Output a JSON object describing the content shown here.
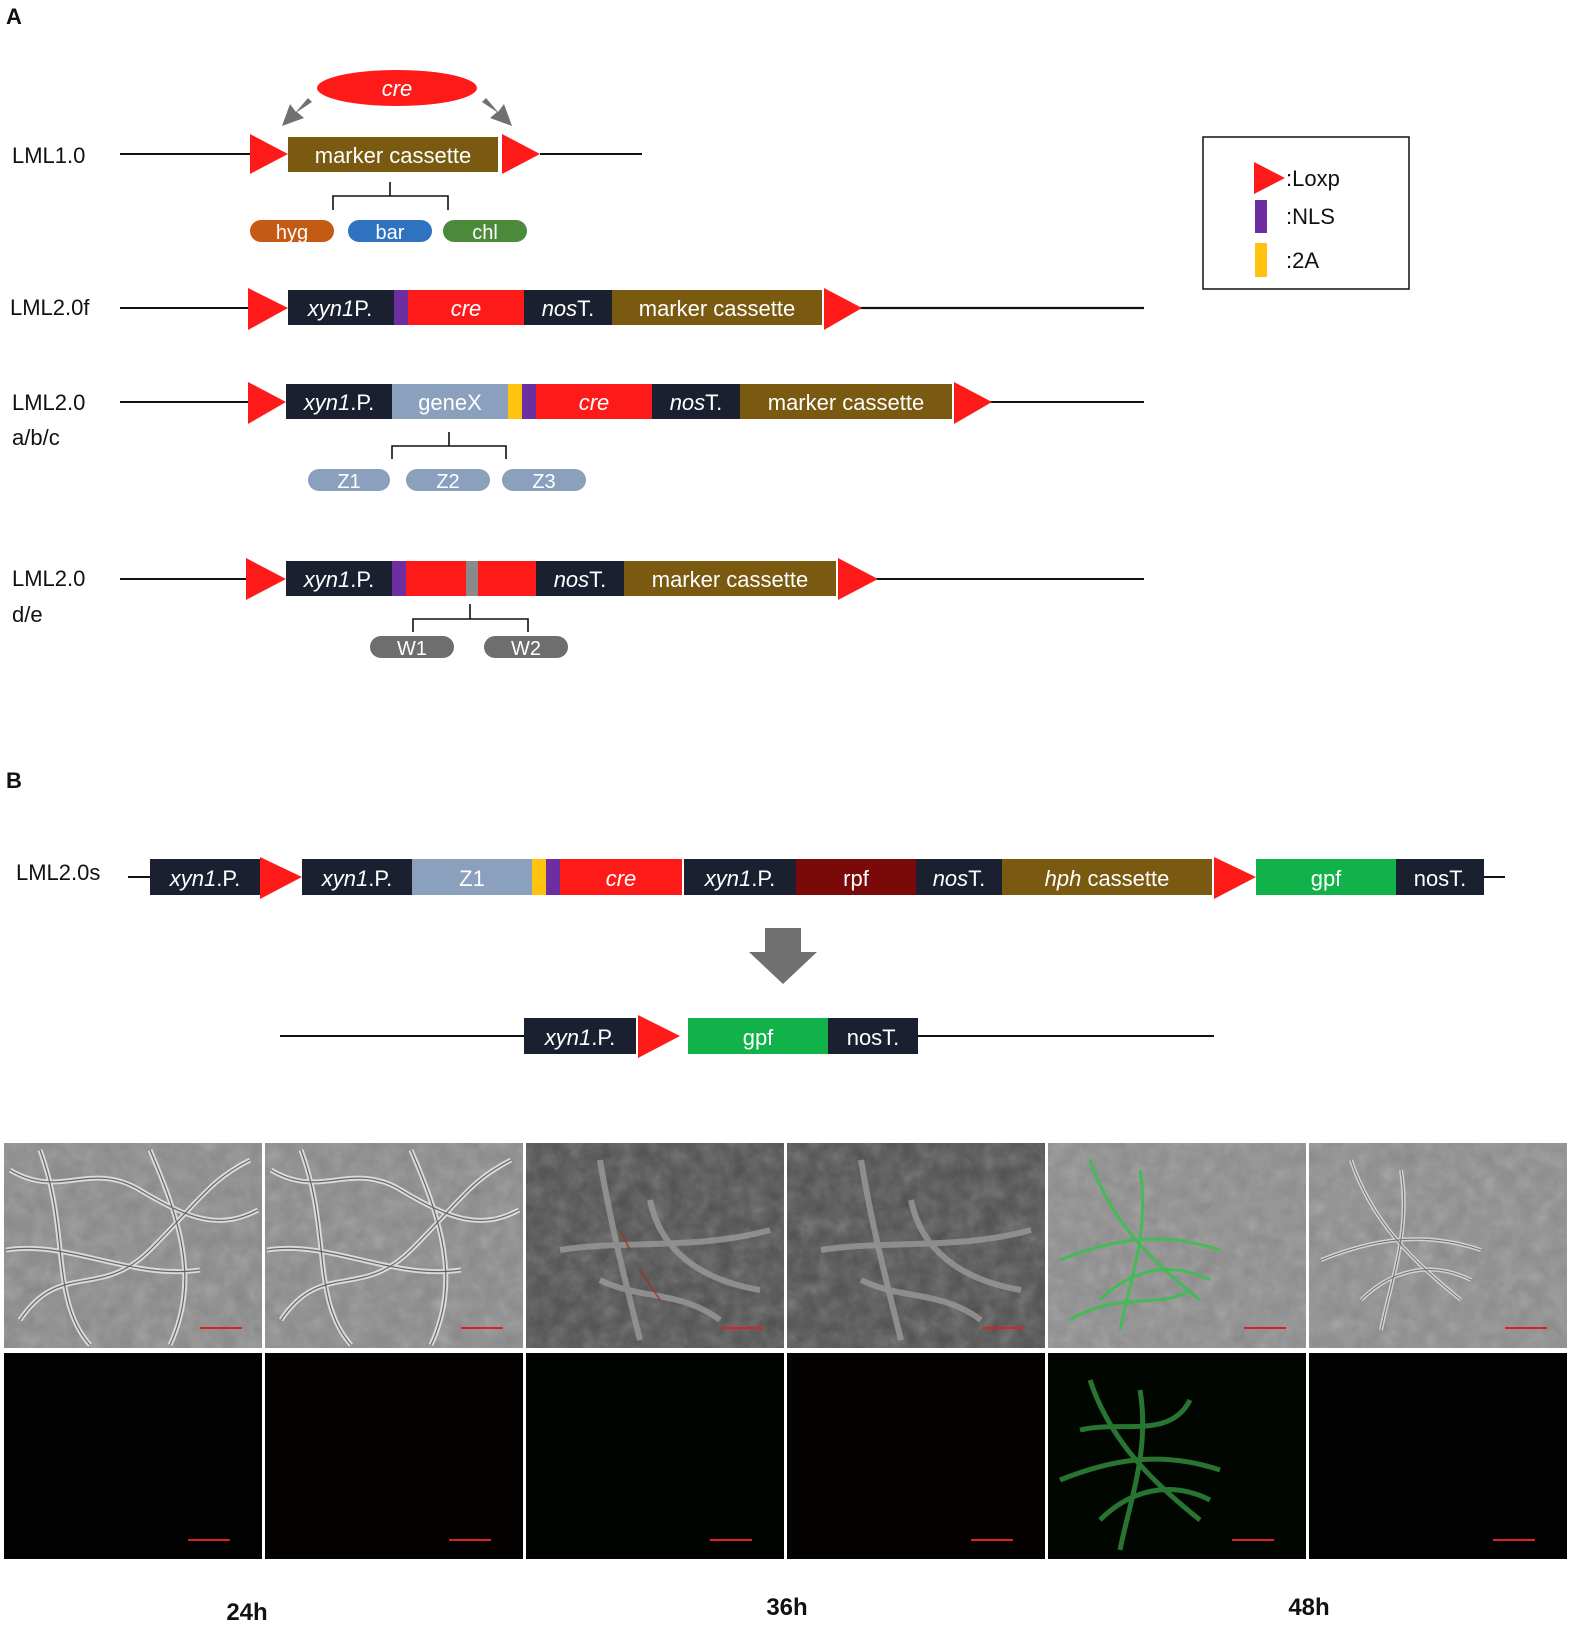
{
  "panels": {
    "A": "A",
    "B": "B"
  },
  "colors": {
    "dark": "#1b2030",
    "red": "#ff1a1a",
    "olive": "#7a5a10",
    "steel": "#8aa0bd",
    "purple": "#6d2ea1",
    "yellow": "#ffc20e",
    "green": "#12b24a",
    "maroon": "#7a0a0a",
    "gray": "#6e6e6e"
  },
  "lml10": {
    "label": "LML1.0",
    "cre": "cre",
    "cassette": "marker cassette",
    "markers": [
      "hyg",
      "bar",
      "chl"
    ]
  },
  "lml20f": {
    "label": "LML2.0f",
    "promoter_italic": "xyn1",
    "promoter_rest": "P.",
    "cre": "cre",
    "terminator_italic": "nos",
    "terminator_rest": "T.",
    "cassette": "marker cassette"
  },
  "lml20abc": {
    "label_line1": "LML2.0",
    "label_line2": "a/b/c",
    "promoter_italic": "xyn1",
    "promoter_rest": ".P.",
    "gene": "geneX",
    "cre": "cre",
    "terminator_italic": "nos",
    "terminator_rest": "T.",
    "cassette": "marker cassette",
    "variants": [
      "Z1",
      "Z2",
      "Z3"
    ]
  },
  "lml20de": {
    "label_line1": "LML2.0",
    "label_line2": "d/e",
    "promoter_italic": "xyn1",
    "promoter_rest": ".P.",
    "terminator_italic": "nos",
    "terminator_rest": "T.",
    "cassette": "marker cassette",
    "variants": [
      "W1",
      "W2"
    ]
  },
  "legend": {
    "loxp": ":Loxp",
    "nls": ":NLS",
    "twoA": ":2A"
  },
  "lml20s": {
    "label": "LML2.0s",
    "promoter_italic": "xyn1",
    "promoter_rest": ".P.",
    "z1": "Z1",
    "cre": "cre",
    "rpf": "rpf",
    "terminator_italic": "nos",
    "terminator_rest": "T.",
    "hph_italic": "hph",
    "hph_rest": " cassette",
    "gpf": "gpf",
    "nost": "nosT."
  },
  "result": {
    "promoter_italic": "xyn1",
    "promoter_rest": ".P.",
    "gpf": "gpf",
    "nost": "nosT."
  },
  "timepoints": [
    "24h",
    "36h",
    "48h"
  ]
}
